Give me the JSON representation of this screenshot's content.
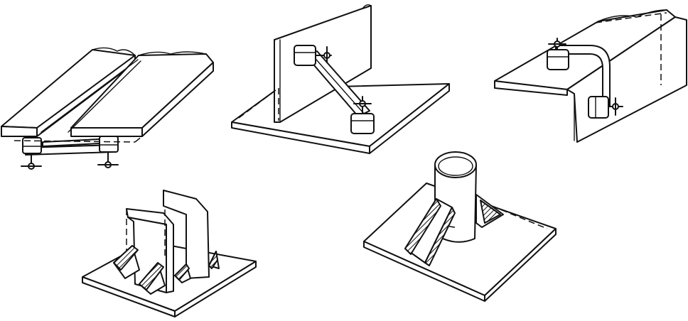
{
  "figure": {
    "illustrations": [
      "butt-joint-plates-with-clamps",
      "corner-joint-with-diagonal-brace-clamp",
      "angle-section-with-curved-clamp",
      "double-plates-with-triangular-gussets",
      "cylinder-on-base-plate-with-gussets"
    ]
  }
}
